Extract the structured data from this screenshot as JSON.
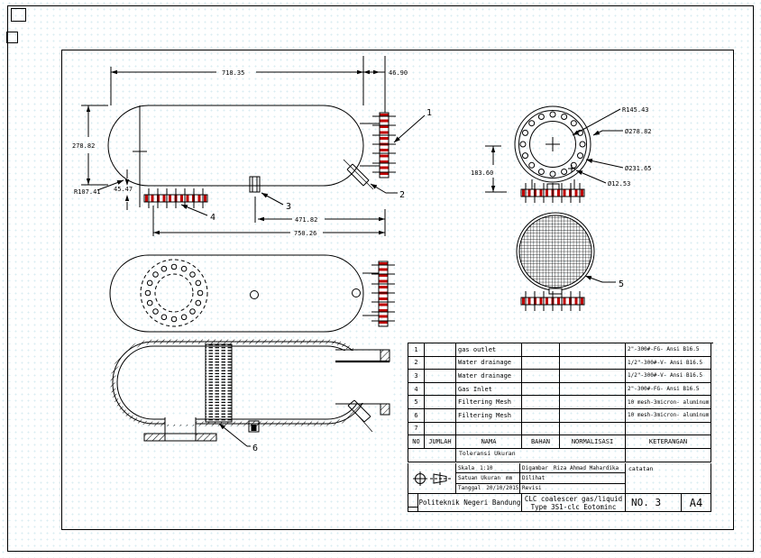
{
  "colors": {
    "line": "#000000",
    "stripe_red": "#c00000",
    "background": "#ffffff",
    "dot": "#d9ecf2"
  },
  "callouts": {
    "n1": "1",
    "n2": "2",
    "n3": "3",
    "n4": "4",
    "n5": "5",
    "n6": "6"
  },
  "side_view": {
    "dim_length": "718.35",
    "dim_offset": "46.90",
    "dim_diameter": "278.82",
    "dim_radius": "R107.41",
    "dim_cap": "45.47",
    "dim_inner": "471.82",
    "dim_total": "750.26"
  },
  "flange_view": {
    "r_label": "R145.43",
    "d_outer": "Ø278.82",
    "d_bolt_circle": "Ø231.65",
    "d_hole": "Ø12.53",
    "dim_height": "183.60"
  },
  "parts_table": {
    "headers": [
      "NO",
      "JUMLAH",
      "NAMA",
      "BAHAN",
      "NORMALISASI",
      "KETERANGAN"
    ],
    "rows": [
      {
        "no": "1",
        "jumlah": "",
        "nama": "gas outlet",
        "bahan": "",
        "normalisasi": "",
        "keterangan": "2\"-300#-FG- Ansi B16.5"
      },
      {
        "no": "2",
        "jumlah": "",
        "nama": "Water drainage",
        "bahan": "",
        "normalisasi": "",
        "keterangan": "1/2\"-300#-V- Ansi B16.5"
      },
      {
        "no": "3",
        "jumlah": "",
        "nama": "Water drainage",
        "bahan": "",
        "normalisasi": "",
        "keterangan": "1/2\"-300#-V- Ansi B16.5"
      },
      {
        "no": "4",
        "jumlah": "",
        "nama": "Gas Inlet",
        "bahan": "",
        "normalisasi": "",
        "keterangan": "2\"-300#-FG- Ansi B16.5"
      },
      {
        "no": "5",
        "jumlah": "",
        "nama": "Filtering Mesh",
        "bahan": "",
        "normalisasi": "",
        "keterangan": "10 mesh-3micron- aluminum"
      },
      {
        "no": "6",
        "jumlah": "",
        "nama": "Filtering Mesh",
        "bahan": "",
        "normalisasi": "",
        "keterangan": "10 mesh-3micron- aluminum"
      },
      {
        "no": "7",
        "jumlah": "",
        "nama": "",
        "bahan": "",
        "normalisasi": "",
        "keterangan": ""
      }
    ]
  },
  "title_block": {
    "tolerance_label": "Toleransi Ukuran",
    "skala_label": "Skala",
    "skala_value": "1:10",
    "satuan_label": "Satuan Ukuran",
    "satuan_value": "mm",
    "tanggal_label": "Tanggal",
    "tanggal_value": "20/10/2015",
    "digambar_label": "Digambar",
    "digambar_value": "Riza Ahmad Mahardika",
    "dilihat_label": "Dilihat",
    "dilihat_value": "",
    "revisi_label": "Revisi",
    "revisi_value": "",
    "catatan": "catatan",
    "institution": "Politeknik Negeri Bandung",
    "title_line1": "CLC coalescer gas/liquid",
    "title_line2": "Type 3S1-clc Eotominc",
    "drawing_no": "NO. 3",
    "paper_size": "A4"
  }
}
